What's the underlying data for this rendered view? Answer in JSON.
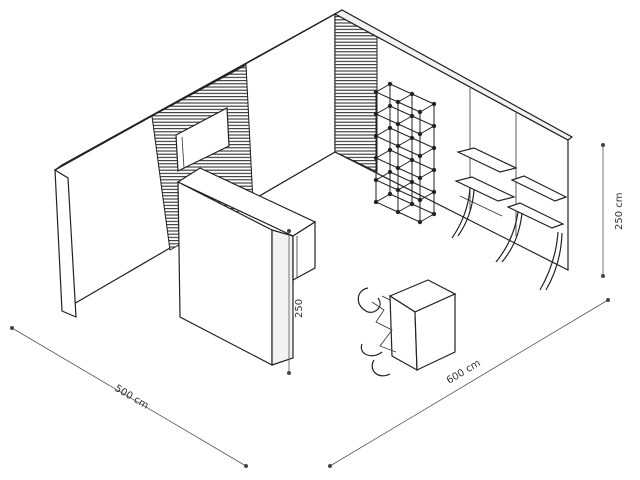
{
  "dimensions": {
    "width_label": "500 cm",
    "depth_label": "600 cm",
    "height_label": "250 cm",
    "partition_label": "250"
  },
  "colors": {
    "line": "#222222",
    "dimension": "#555555",
    "background": "#ffffff"
  }
}
